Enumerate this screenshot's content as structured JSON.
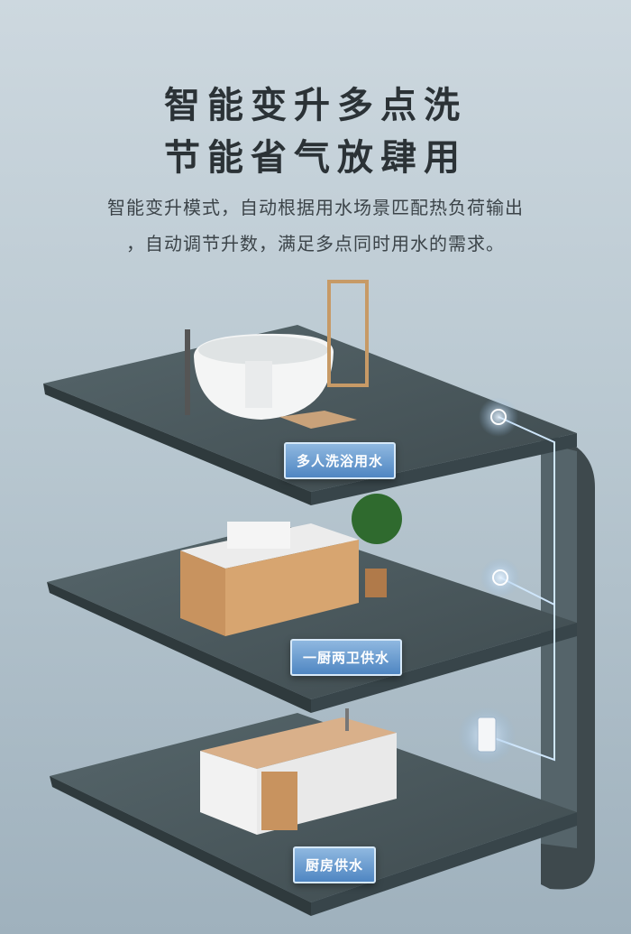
{
  "headline": {
    "line1": "智能变升多点洗",
    "line2": "节能省气放肆用"
  },
  "description": {
    "line1": "智能变升模式，自动根据用水场景匹配热负荷输出",
    "line2": "，自动调节升数，满足多点同时用水的需求。"
  },
  "scenes": [
    {
      "label": "多人洗浴用水",
      "icon": "bathtub-icon"
    },
    {
      "label": "一厨两卫供水",
      "icon": "bathroom-cabinet-icon"
    },
    {
      "label": "厨房供水",
      "icon": "kitchen-island-icon"
    }
  ],
  "colors": {
    "slab": "#4d5a5e",
    "tag": "#5b8fc8",
    "accent_line": "#cfe6fb"
  }
}
